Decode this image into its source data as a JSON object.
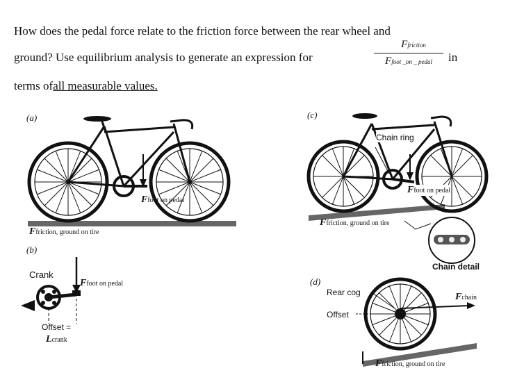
{
  "question": {
    "line1": "How does the pedal force relate to the friction force between the rear wheel and",
    "line2": "ground? Use equilibrium analysis to generate an expression for",
    "in_word": "in",
    "line3_prefix": "terms of",
    "line3_underlined": "all measurable values."
  },
  "fraction": {
    "numerator": "F",
    "numerator_sub": "friction",
    "denominator": "F",
    "denominator_sub": "foot _on _ pedal"
  },
  "panels": {
    "a": {
      "label": "(a)",
      "force_pedal_F": "F",
      "force_pedal_sub": "foot on pedal",
      "force_friction_F": "F",
      "force_friction_sub": "friction, ground on tire"
    },
    "b": {
      "label": "(b)",
      "crank": "Crank",
      "force_F": "F",
      "force_sub": "foot on pedal",
      "offset_line1": "Offset =",
      "offset_L": "L",
      "offset_sub": "crank"
    },
    "c": {
      "label": "(c)",
      "chain_ring": "Chain ring",
      "force_pedal_F": "F",
      "force_pedal_sub": "foot on pedal",
      "force_friction_F": "F",
      "force_friction_sub": "friction, ground on tire",
      "chain_detail": "Chain detail"
    },
    "d": {
      "label": "(d)",
      "rear_cog": "Rear cog",
      "offset": "Offset",
      "force_chain_F": "F",
      "force_chain_sub": "chain",
      "force_friction_F": "F",
      "force_friction_sub": "friction, ground on tire"
    }
  }
}
